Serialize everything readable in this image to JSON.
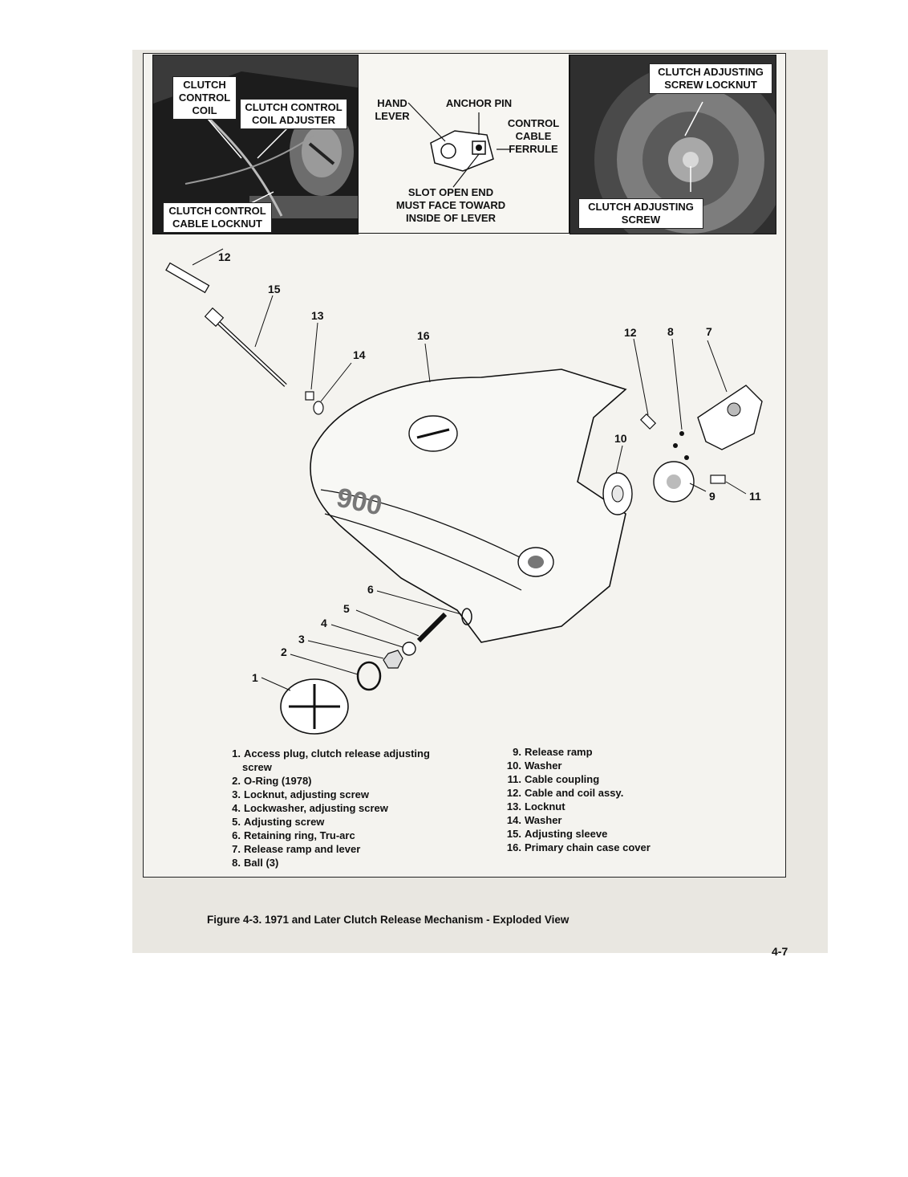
{
  "photo_left": {
    "labels": {
      "clutch_control_coil": "CLUTCH\nCONTROL\nCOIL",
      "coil_adjuster": "CLUTCH CONTROL\nCOIL ADJUSTER",
      "cable_locknut": "CLUTCH CONTROL\nCABLE LOCKNUT"
    }
  },
  "inset_middle": {
    "labels": {
      "hand_lever": "HAND\nLEVER",
      "anchor_pin": "ANCHOR PIN",
      "control_cable_ferrule": "CONTROL\nCABLE\nFERRULE",
      "slot_note": "SLOT OPEN END\nMUST FACE TOWARD\nINSIDE OF LEVER"
    }
  },
  "photo_right": {
    "labels": {
      "screw_locknut": "CLUTCH ADJUSTING\nSCREW LOCKNUT",
      "adjusting_screw": "CLUTCH ADJUSTING\nSCREW"
    }
  },
  "callout_numbers": [
    "1",
    "2",
    "3",
    "4",
    "5",
    "6",
    "7",
    "8",
    "9",
    "10",
    "11",
    "12",
    "12",
    "13",
    "14",
    "15",
    "16"
  ],
  "legend_left": [
    {
      "n": "1.",
      "text": "Access plug, clutch release adjusting screw"
    },
    {
      "n": "2.",
      "text": "O-Ring (1978)"
    },
    {
      "n": "3.",
      "text": "Locknut, adjusting screw"
    },
    {
      "n": "4.",
      "text": "Lockwasher, adjusting screw"
    },
    {
      "n": "5.",
      "text": "Adjusting screw"
    },
    {
      "n": "6.",
      "text": "Retaining ring, Tru-arc"
    },
    {
      "n": "7.",
      "text": "Release ramp and lever"
    },
    {
      "n": "8.",
      "text": "Ball (3)"
    }
  ],
  "legend_right": [
    {
      "n": "9.",
      "text": "Release ramp"
    },
    {
      "n": "10.",
      "text": "Washer"
    },
    {
      "n": "11.",
      "text": "Cable coupling"
    },
    {
      "n": "12.",
      "text": "Cable and coil assy."
    },
    {
      "n": "13.",
      "text": "Locknut"
    },
    {
      "n": "14.",
      "text": "Washer"
    },
    {
      "n": "15.",
      "text": "Adjusting sleeve"
    },
    {
      "n": "16.",
      "text": "Primary chain case cover"
    }
  ],
  "cover_emblem": "900",
  "caption": "Figure 4-3. 1971 and Later Clutch Release Mechanism - Exploded View",
  "page_number": "4-7"
}
